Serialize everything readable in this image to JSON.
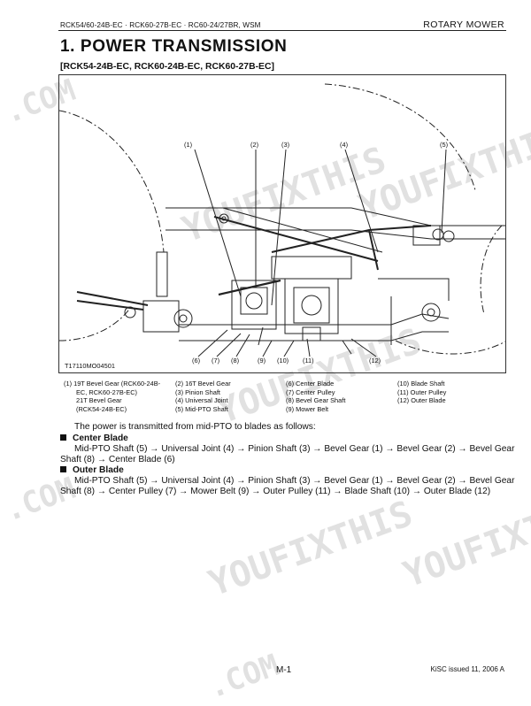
{
  "header": {
    "models": "RCK54/60-24B-EC · RCK60-27B-EC · RC60-24/27BR, WSM",
    "section": "ROTARY MOWER"
  },
  "title": "1.  POWER  TRANSMISSION",
  "subtitle": "[RCK54-24B-EC, RCK60-24B-EC, RCK60-27B-EC]",
  "figure": {
    "id": "T17110MO04501",
    "callouts_top": [
      "(1)",
      "(2)",
      "(3)",
      "(4)",
      "(5)"
    ],
    "callouts_bottom": [
      "(6)",
      "(7)",
      "(8)",
      "(9)",
      "(10)",
      "(11)",
      "(12)"
    ]
  },
  "legend": {
    "col1": [
      "(1)  19T Bevel Gear (RCK60-24B-",
      "EC, RCK60-27B-EC)",
      "21T Bevel Gear",
      "(RCK54-24B-EC)"
    ],
    "col2": [
      "(2)  16T Bevel Gear",
      "(3)  Pinion Shaft",
      "(4)  Universal Joint",
      "(5)  Mid-PTO Shaft"
    ],
    "col3": [
      "(6)  Center Blade",
      "(7)  Center Pulley",
      "(8)  Bevel Gear Shaft",
      "(9)  Mower Belt"
    ],
    "col4": [
      "(10) Blade Shaft",
      "(11) Outer Pulley",
      "(12) Outer Blade"
    ]
  },
  "body": {
    "intro": "The power is transmitted from mid-PTO to blades as follows:",
    "center_title": "Center Blade",
    "center_line1": "Mid-PTO Shaft (5) → Universal Joint (4) → Pinion Shaft (3) → Bevel Gear (1) → Bevel Gear (2) → Bevel Gear",
    "center_line2": "Shaft (8) → Center Blade (6)",
    "outer_title": "Outer Blade",
    "outer_line1": "Mid-PTO Shaft (5) → Universal Joint (4) → Pinion Shaft (3) → Bevel Gear (1) → Bevel Gear (2) → Bevel Gear",
    "outer_line2": "Shaft (8) → Center Pulley (7) → Mower Belt (9) → Outer Pulley (11) → Blade Shaft (10) → Outer Blade (12)"
  },
  "footer": {
    "page": "M-1",
    "issue": "KiSC issued 11, 2006 A"
  },
  "watermark": {
    "text": "YOUFIXTHIS",
    "suffix": ".COM"
  }
}
